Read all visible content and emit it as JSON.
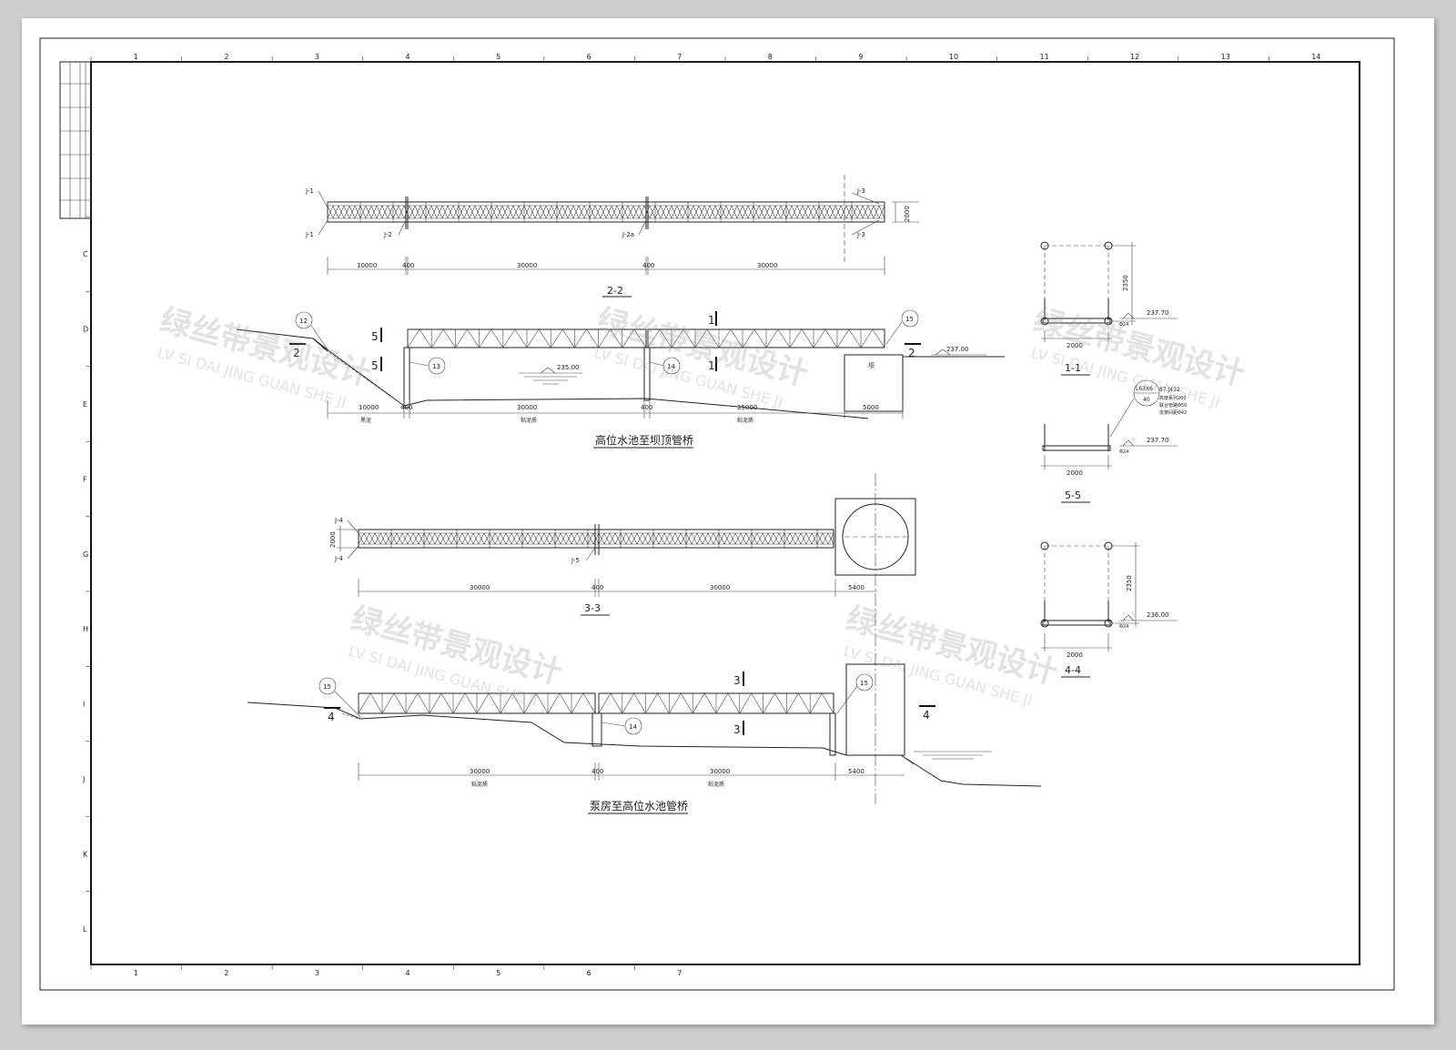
{
  "grid_cols": [
    "1",
    "2",
    "3",
    "4",
    "5",
    "6",
    "7",
    "8",
    "9",
    "10",
    "11",
    "12",
    "13",
    "14"
  ],
  "grid_cols_bottom": [
    "1",
    "2",
    "3",
    "4",
    "5",
    "6",
    "7"
  ],
  "grid_rows": [
    "C",
    "D",
    "E",
    "F",
    "G",
    "H",
    "I",
    "J",
    "K",
    "L"
  ],
  "views": {
    "v22": {
      "title": "2-2",
      "tags": [
        "J-1",
        "J-1",
        "J-2",
        "J-2a",
        "J-3",
        "J-3"
      ],
      "height_dim": "2000",
      "dims": [
        "10000",
        "400",
        "30000",
        "400",
        "30000"
      ]
    },
    "top": {
      "title": "高位水池至坝顶管桥",
      "bubbles": [
        "12",
        "13",
        "14",
        "15"
      ],
      "elev_water": "235.00",
      "elev_right": "237.00",
      "dims": [
        "10000",
        "400",
        "30000",
        "400",
        "25000",
        "5000"
      ],
      "under": [
        "黑泥",
        "粘泥质",
        "粘泥质"
      ],
      "section_marks": [
        "5",
        "5",
        "1",
        "1",
        "2",
        "2"
      ],
      "box_label": "坝"
    },
    "v33": {
      "title": "3-3",
      "tags": [
        "J-4",
        "J-4",
        "J-5"
      ],
      "height_dim": "2000",
      "dims": [
        "30000",
        "400",
        "30000",
        "5400"
      ]
    },
    "bottom": {
      "title": "泵房至高位水池管桥",
      "bubbles": [
        "15",
        "14",
        "15"
      ],
      "dims": [
        "30000",
        "400",
        "30000",
        "5400"
      ],
      "under": [
        "粘泥质",
        "粘泥质"
      ],
      "section_marks": [
        "4",
        "4",
        "3",
        "3"
      ]
    },
    "s11": {
      "title": "1-1",
      "width": "2000",
      "height": "2350",
      "elev": "237.70",
      "small": "Φ24"
    },
    "s55": {
      "title": "5-5",
      "width": "2000",
      "elev": "237.70",
      "small": "Φ24",
      "note_bubble": "L63X6",
      "note_bubble2": "40",
      "note": [
        "87.J432",
        "高度系列200",
        "联合管路Φ50",
        "支架间距Φ42"
      ]
    },
    "s44": {
      "title": "4-4",
      "width": "2000",
      "height": "2350",
      "elev": "236.00",
      "small": "Φ24"
    }
  },
  "watermarks": [
    {
      "cn": "绿丝带景观设计",
      "en": "LV SI DAI JING GUAN SHE JI"
    },
    {
      "cn": "绿丝带景观设计",
      "en": "LV SI DAI JING GUAN SHE JI"
    },
    {
      "cn": "绿丝带景观设计",
      "en": "LV SI DAI JING GUAN SHE JI"
    },
    {
      "cn": "绿丝带景观设计",
      "en": "LV SI DAI JING GUAN SHE JI"
    },
    {
      "cn": "绿丝带景观设计",
      "en": "LV SI DAI JING GUAN SHE JI"
    }
  ]
}
